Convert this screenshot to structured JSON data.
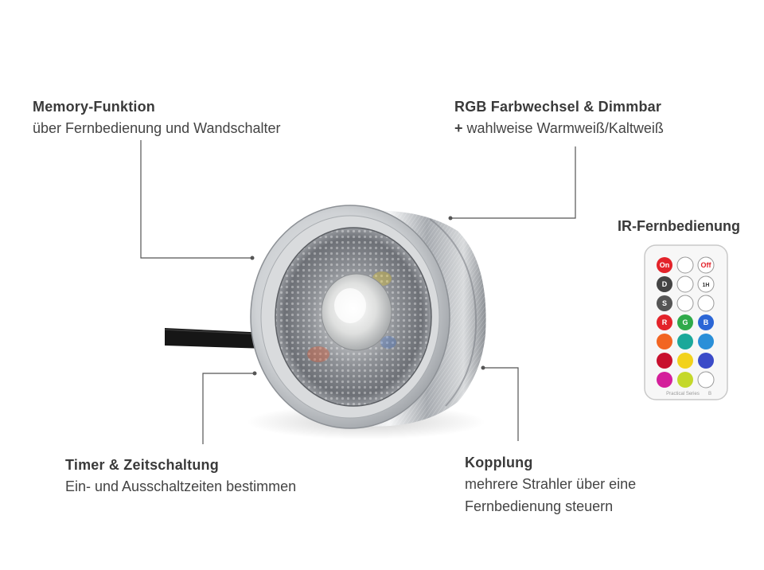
{
  "callouts": {
    "memory": {
      "title": "Memory-Funktion",
      "desc": "über Fernbedienung und Wandschalter"
    },
    "rgb": {
      "title": "RGB Farbwechsel & Dimmbar",
      "desc_plus": "+",
      "desc": " wahlweise Warmweiß/Kaltweiß"
    },
    "timer": {
      "title": "Timer & Zeitschaltung",
      "desc": "Ein- und Ausschaltzeiten bestimmen"
    },
    "kopplung": {
      "title": "Kopplung",
      "desc_line1": "mehrere Strahler über eine",
      "desc_line2": "Fernbedienung steuern"
    }
  },
  "remote": {
    "title": "IR-Fernbedienung",
    "btn_on": "On",
    "btn_off": "Off",
    "btn_r": "R",
    "btn_g": "G",
    "btn_b": "B",
    "btn_d": "D",
    "btn_s": "S",
    "btn_1h": "1H",
    "footer": "Practical Series",
    "footer_mark": "B",
    "colors": {
      "red": "#e3232a",
      "green": "#2faa4a",
      "blue": "#2b66d6",
      "orange": "#f26522",
      "teal": "#1ba89a",
      "lightblue": "#2a8fd8",
      "deepred": "#c8102e",
      "yellow": "#f2d21b",
      "indigo": "#3b4bc8",
      "magenta": "#d41f9b",
      "lime": "#c4d82a"
    }
  }
}
